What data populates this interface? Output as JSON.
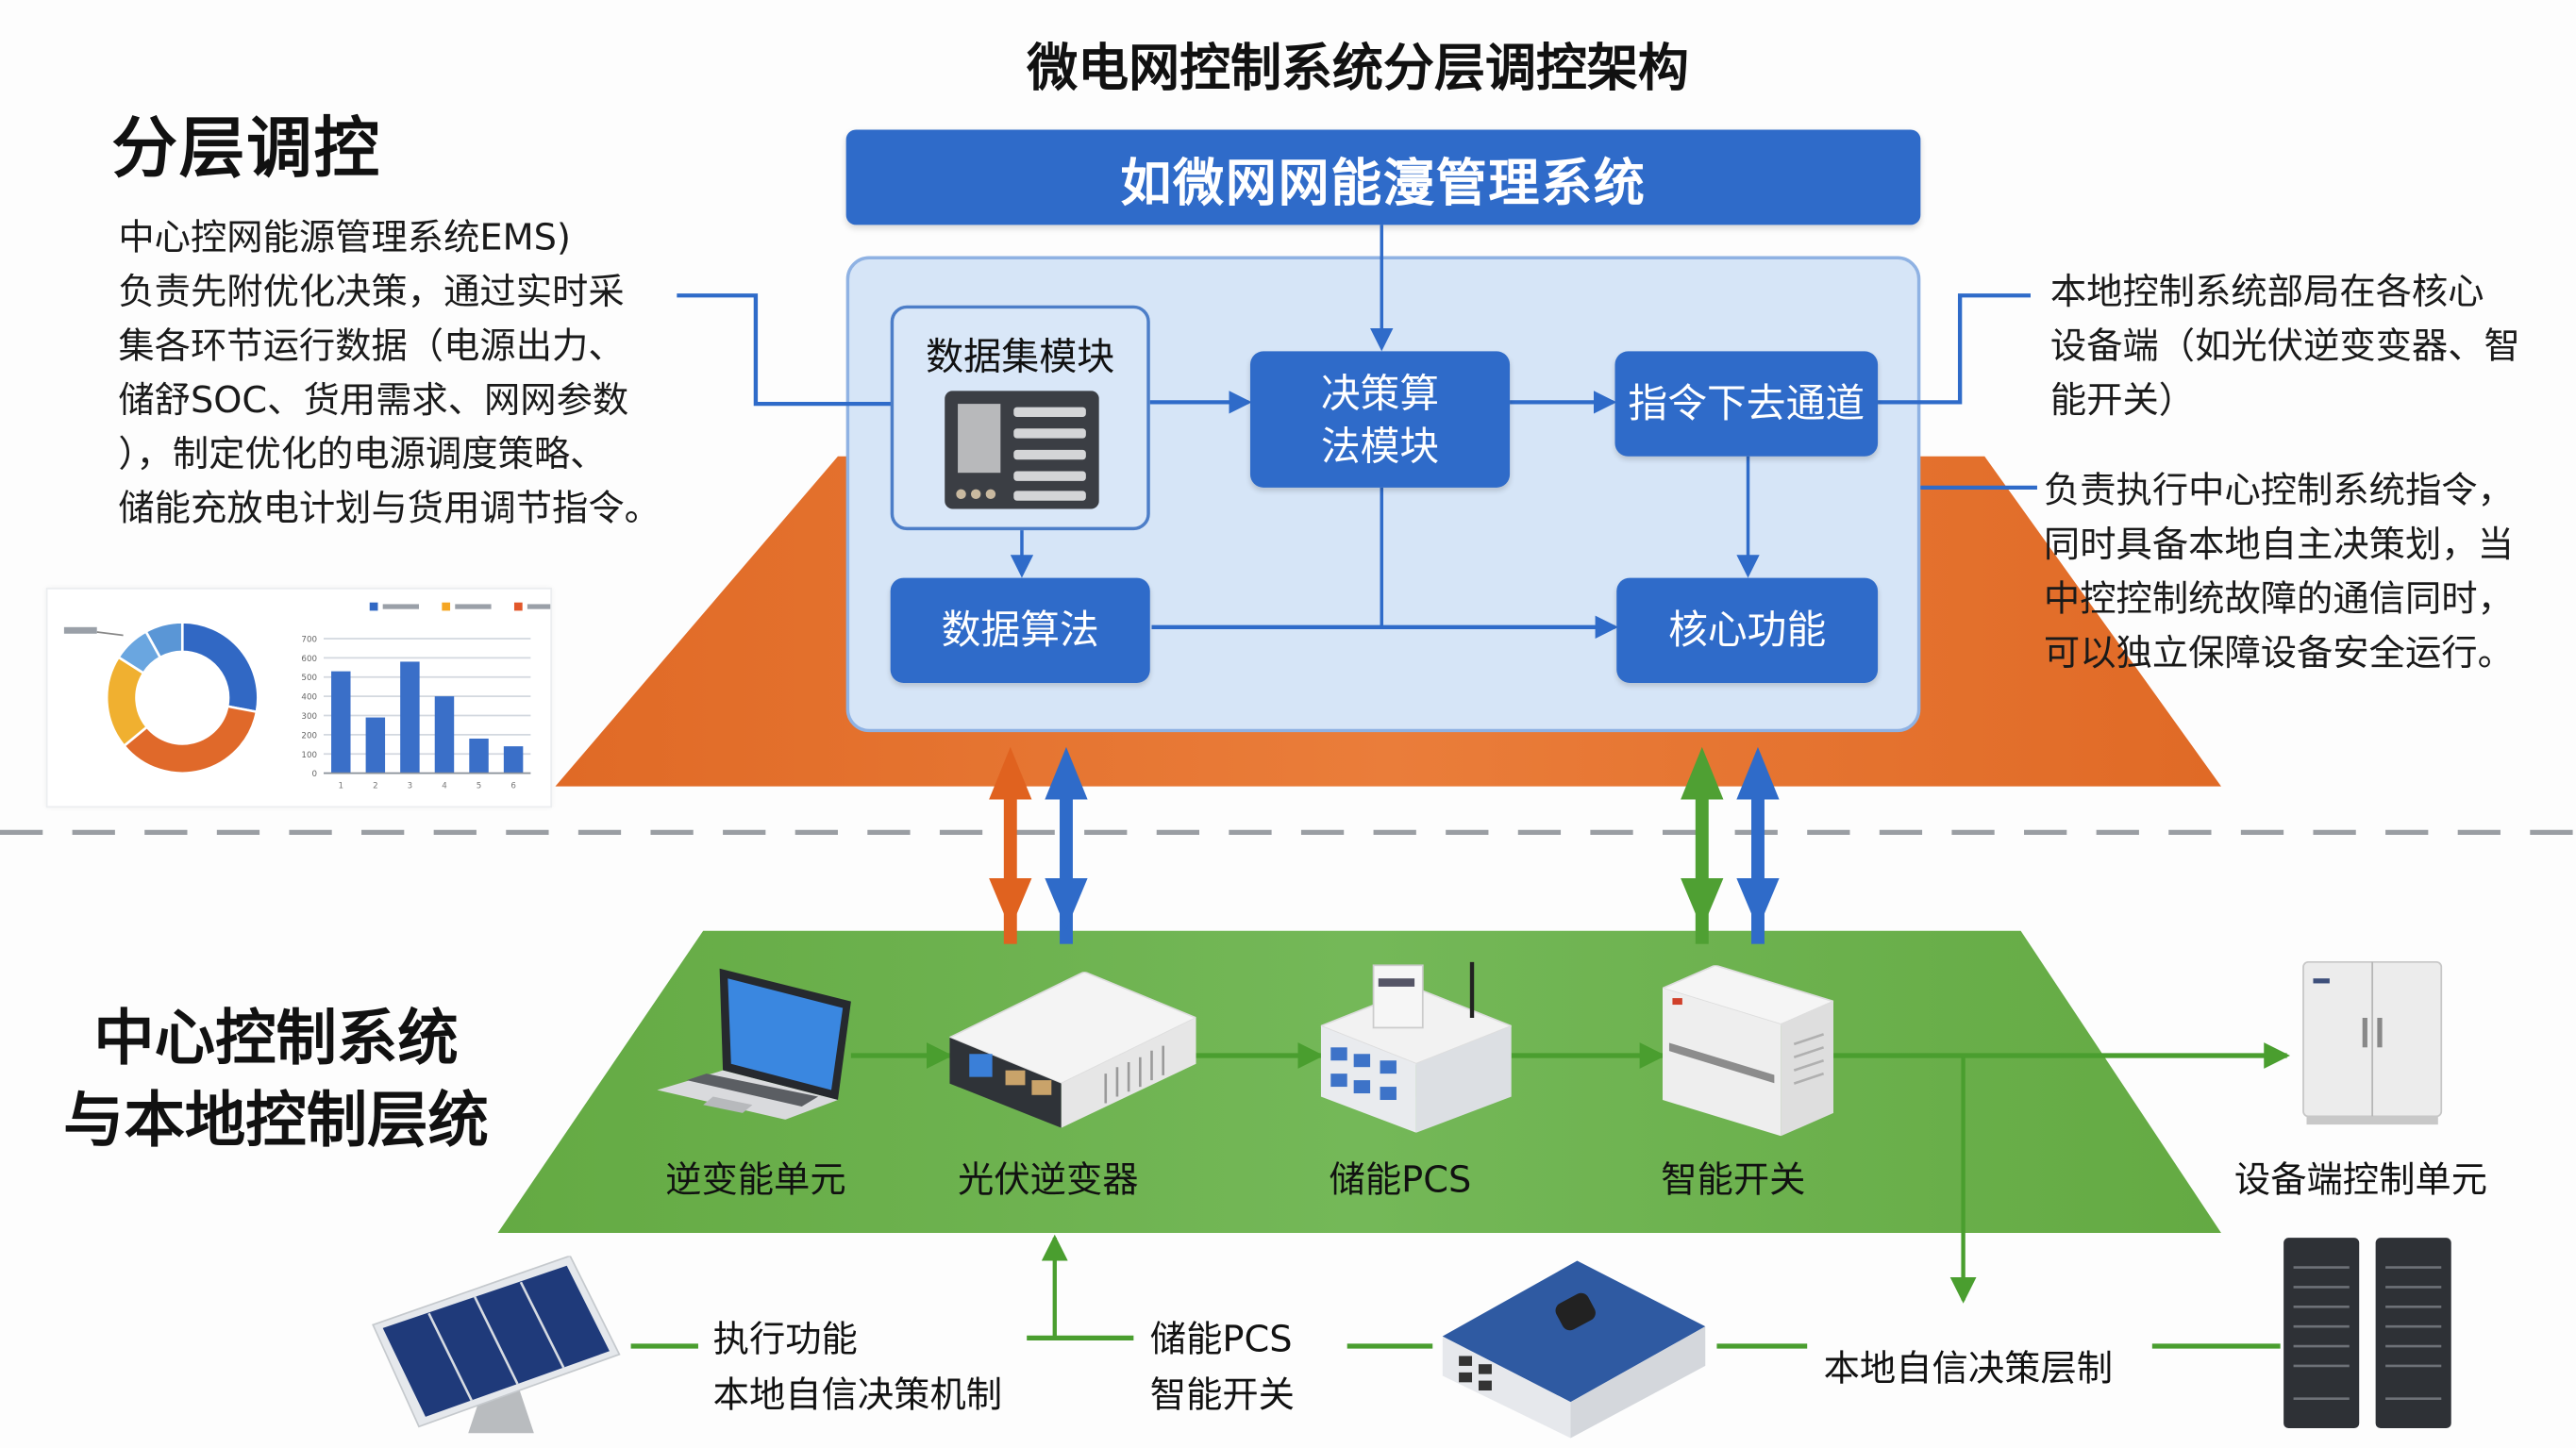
{
  "header": {
    "diagram_title": "微电网控制系统分层调控架构",
    "left_title": "分层调控",
    "lower_left_title_line1": "中心控制系统",
    "lower_left_title_line2": "与本地控制层统"
  },
  "left_description": [
    "中心控网能源管理系统EMS)",
    "负责先附优化决策，通过实时采",
    "集各环节运行数据（电源出力、",
    "储舒SOC、货用需求、网网参数",
    "），制定优化的电源调度策略、",
    "储能充放电计划与货用调节指令。"
  ],
  "ems": {
    "banner": "如微网网能濅管理系统",
    "modules": {
      "data_collection": "数据集模块",
      "decision_line1": "决策算",
      "decision_line2": "法模块",
      "command_channel": "指令下去通道",
      "data_algorithm": "数据算法",
      "core_function": "核心功能"
    }
  },
  "right_description_1": [
    "本地控制系统部局在各核心",
    "设备端（如光伏逆变变器、智",
    "能开关）"
  ],
  "right_description_2": [
    "负责执行中心控制系统指令，",
    "同时具备本地自主决策划，当",
    "中控控制统故障的通信同时，",
    "可以独立保障设备安全运行。"
  ],
  "devices": [
    {
      "label": "逆变能单元",
      "icon": "laptop-icon"
    },
    {
      "label": "光伏逆变器",
      "icon": "inverter-icon"
    },
    {
      "label": "储能PCS",
      "icon": "pcs-icon"
    },
    {
      "label": "智能开关",
      "icon": "smart-switch-icon"
    },
    {
      "label": "设备端控制单元",
      "icon": "cabinet-icon"
    }
  ],
  "bottom_row": {
    "label_a_line1": "执行功能",
    "label_a_line2": "本地自信决策机制",
    "label_b_line1": "储能PCS",
    "label_b_line2": "智能开关",
    "label_c": "本地自信决策层制",
    "icons": [
      "solar-panel-icon",
      "controller-box-icon",
      "server-rack-icon"
    ]
  },
  "colors": {
    "primary_blue": "#2f6bc9",
    "panel_blue": "#d6e5f7",
    "orange": "#e4732c",
    "green": "#6ab04c",
    "arrow_green": "#4a9e2f"
  },
  "chart_data": [
    {
      "type": "pie",
      "title": "",
      "donut": true,
      "legend": "none",
      "slices": [
        {
          "name": "blue",
          "value": 28,
          "color": "#3168c4"
        },
        {
          "name": "orange",
          "value": 36,
          "color": "#e0692a"
        },
        {
          "name": "yellow",
          "value": 20,
          "color": "#f0b030"
        },
        {
          "name": "light-blue",
          "value": 8,
          "color": "#6aa6e0"
        },
        {
          "name": "sky-blue",
          "value": 8,
          "color": "#5a96d6"
        }
      ],
      "annotation": "(illegible label)"
    },
    {
      "type": "bar",
      "title": "",
      "legend_position": "top",
      "legend": [
        {
          "name": "(illegible)",
          "color": "#3168c4"
        },
        {
          "name": "(illegible)",
          "color": "#f5a623"
        },
        {
          "name": "(illegible)",
          "color": "#e2572a"
        }
      ],
      "categories": [
        "1",
        "2",
        "3",
        "4",
        "5",
        "6"
      ],
      "series": [
        {
          "name": "series-1",
          "values": [
            530,
            290,
            580,
            400,
            180,
            140
          ]
        }
      ],
      "ylim": [
        0,
        700
      ],
      "yticks": [
        0,
        100,
        200,
        300,
        400,
        500,
        600,
        700
      ],
      "grid": true,
      "xlabel": "",
      "ylabel": ""
    }
  ]
}
